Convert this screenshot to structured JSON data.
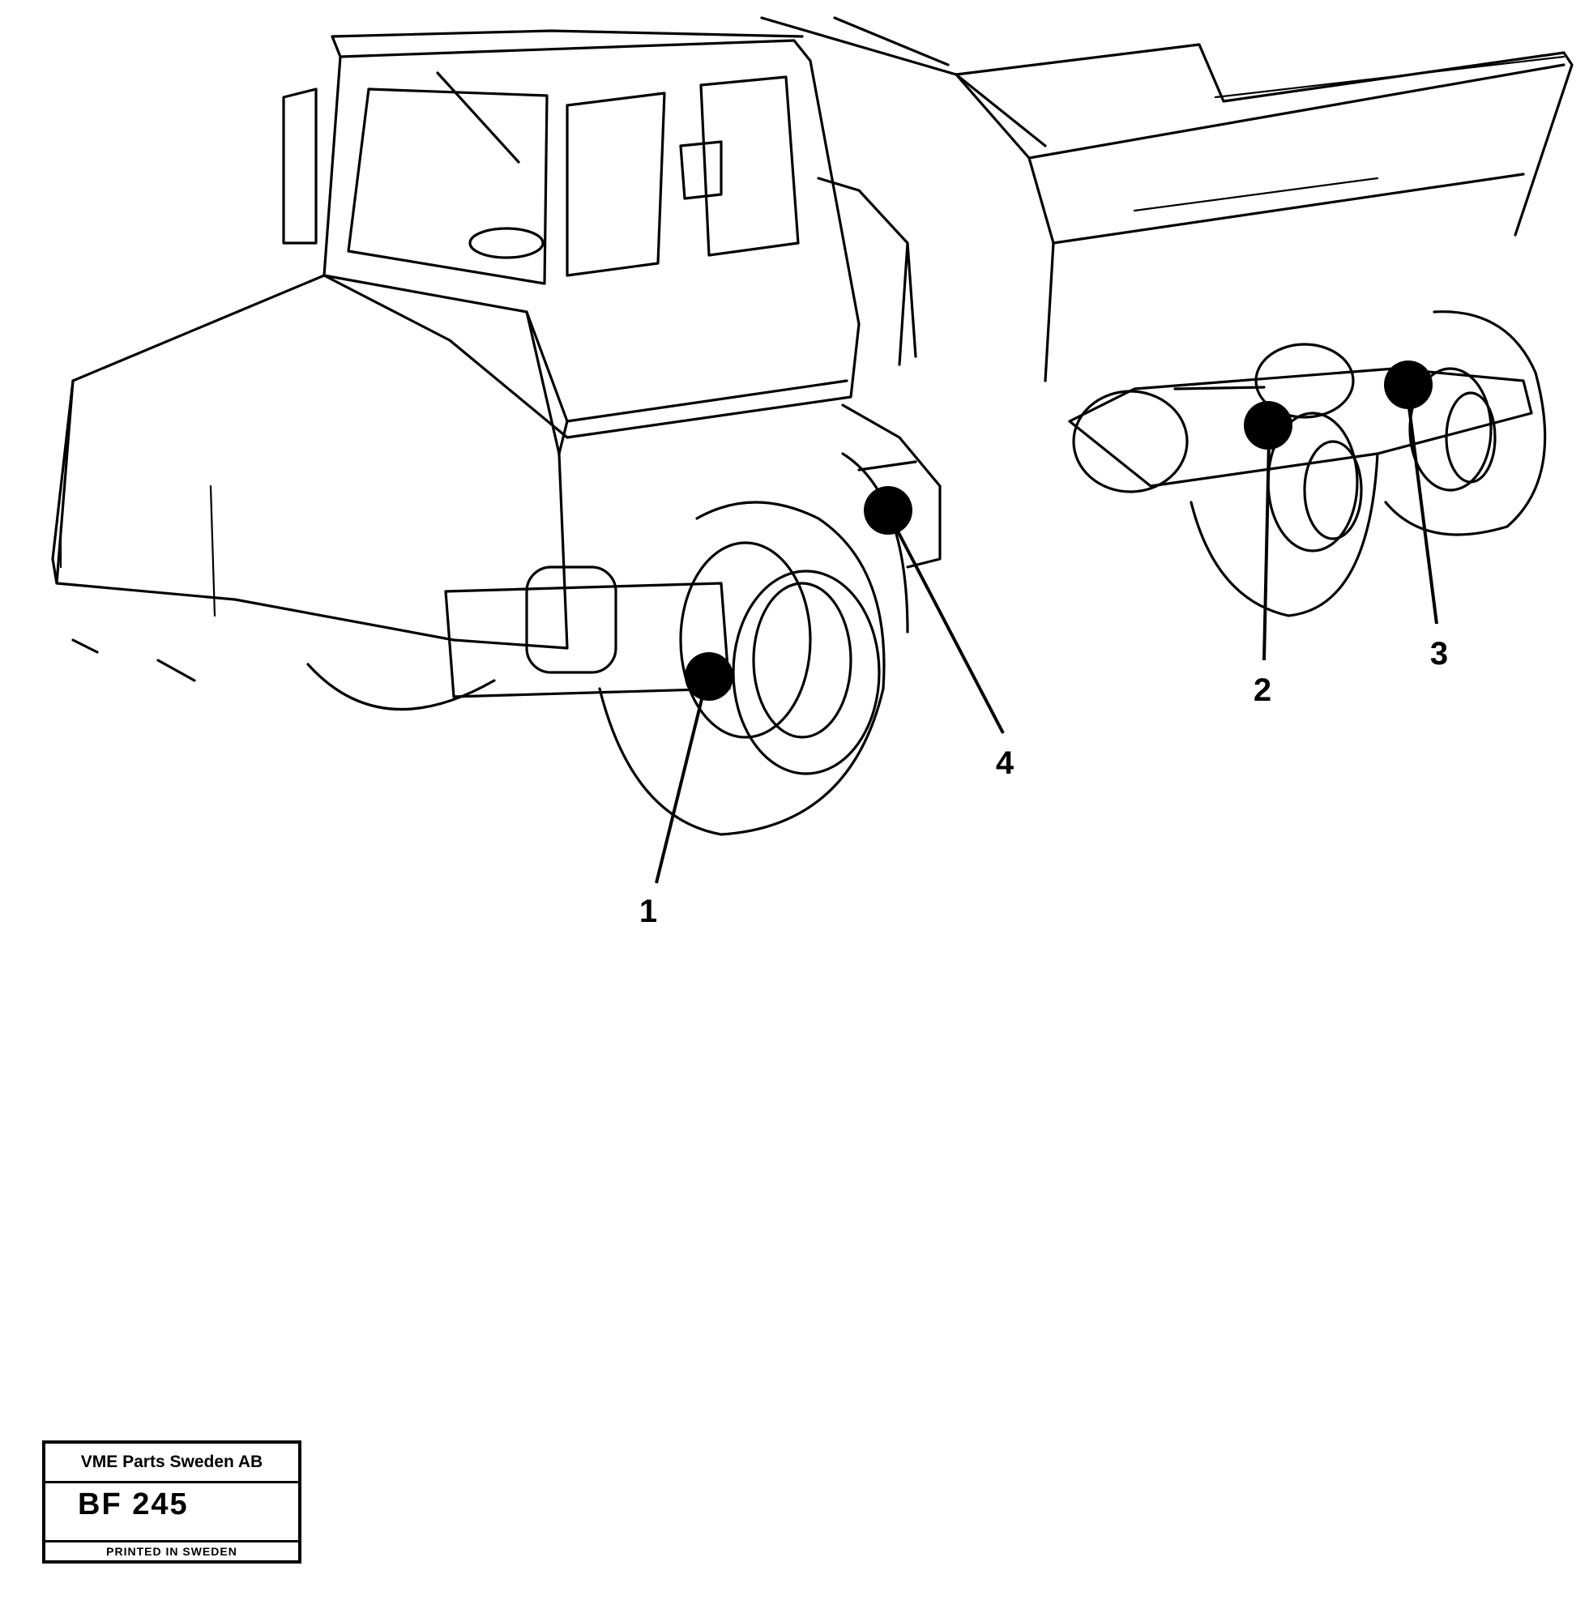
{
  "diagram": {
    "callouts": [
      {
        "id": "1",
        "label": "1"
      },
      {
        "id": "2",
        "label": "2"
      },
      {
        "id": "3",
        "label": "3"
      },
      {
        "id": "4",
        "label": "4"
      }
    ]
  },
  "stamp": {
    "company": "VME Parts Sweden AB",
    "code": "BF 245",
    "printed": "PRINTED IN SWEDEN"
  }
}
